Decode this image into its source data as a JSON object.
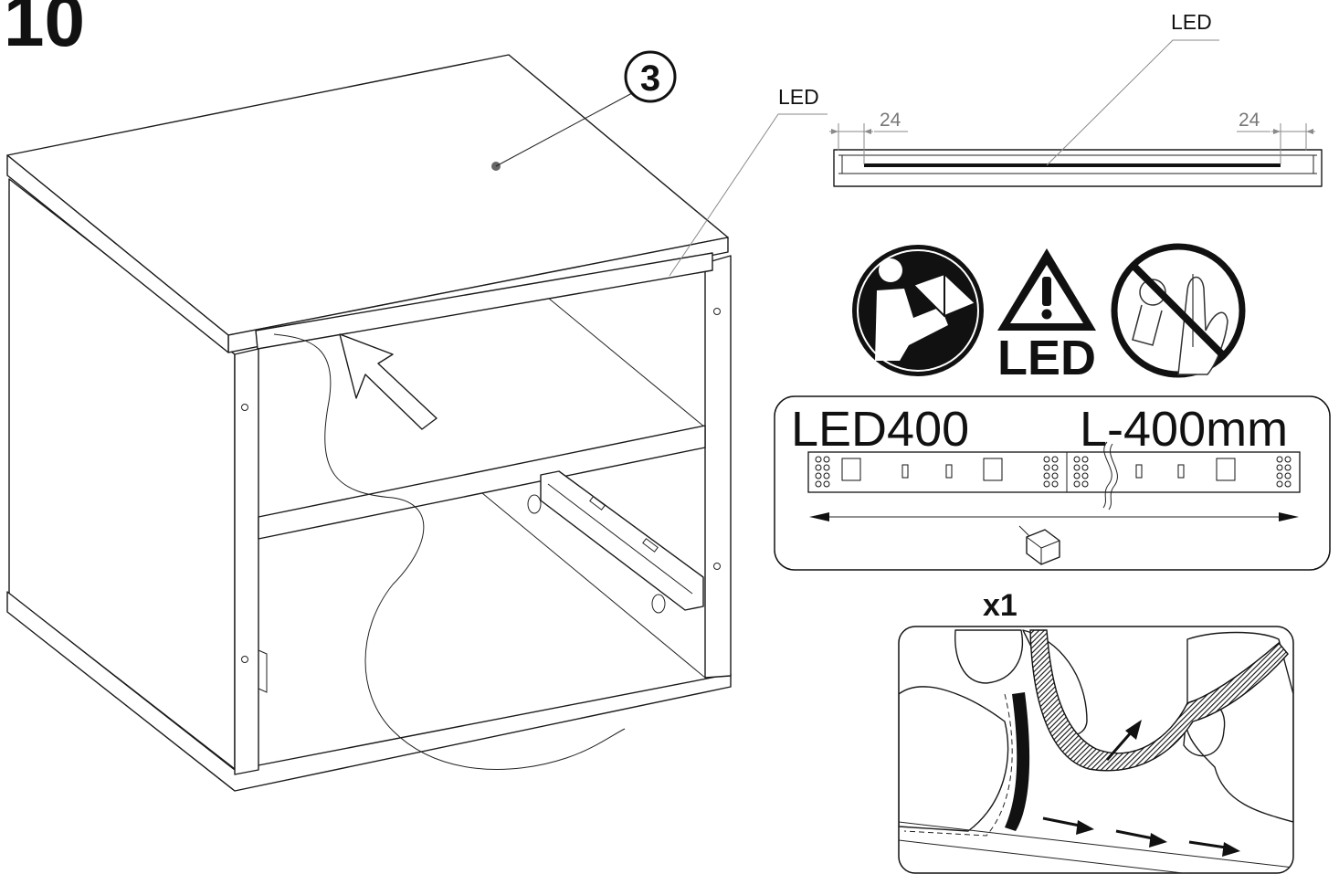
{
  "step_number": "10",
  "part_number": "3",
  "led_label_main": "LED",
  "led_label_detail": "LED",
  "dimensions": {
    "left": "24",
    "right": "24"
  },
  "warning_icon_text": "LED",
  "led_strip": {
    "model": "LED400",
    "length": "L-400mm"
  },
  "quantity": "x1"
}
